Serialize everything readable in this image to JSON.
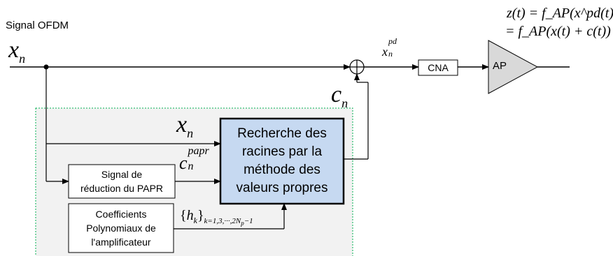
{
  "signal_label": "Signal OFDM",
  "input_symbol": "x",
  "input_subscript": "n",
  "correction_symbol": "c",
  "correction_subscript": "n",
  "predistorted_symbol": "x",
  "predistorted_sup": "pd",
  "predistorted_sub": "n",
  "cna_label": "CNA",
  "ap_label": "AP",
  "equation": {
    "line1": "z(t) = f_AP(x^pd(t))",
    "line2": "= f_AP(x(t) + c(t))"
  },
  "eigen_box": {
    "lines": [
      "Recherche des",
      "racines par la",
      "méthode des",
      "valeurs propres"
    ],
    "fill": "#c6d9f1"
  },
  "papr_box": {
    "lines": [
      "Signal de",
      "réduction du PAPR"
    ]
  },
  "papr_symbol": "c",
  "papr_sup": "papr",
  "papr_sub": "n",
  "coef_box": {
    "lines": [
      "Coefficients",
      "Polynomiaux de",
      "l'amplificateur"
    ]
  },
  "coef_set": {
    "symbol": "h",
    "sub": "k",
    "range": "k=1,3,···,2N",
    "range_sub": "p",
    "range_tail": "−1"
  },
  "colors": {
    "panel_fill": "#f2f2f2",
    "panel_border": "#00b050",
    "ap_fill": "#d9d9d9"
  }
}
